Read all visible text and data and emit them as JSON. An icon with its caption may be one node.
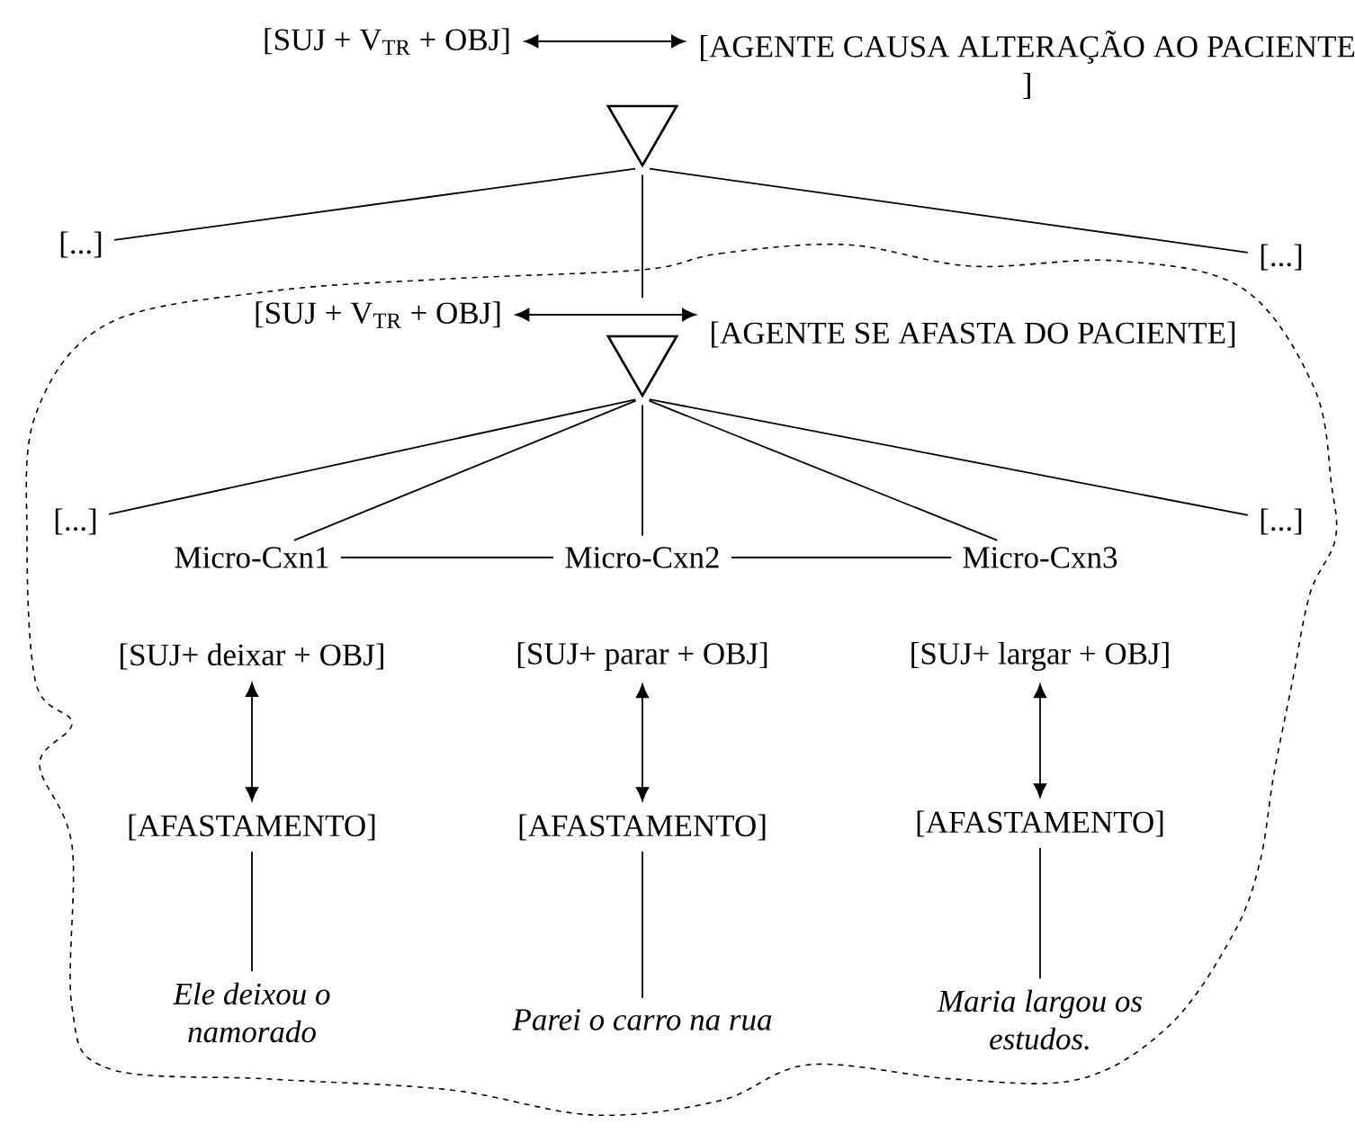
{
  "diagram": {
    "nodes": [
      {
        "text": [
          "[SUJ + V$_{TR}$ + OBJ]"
        ]
      },
      {
        "text": [
          "[AGENTE CAUSA ALTERAÇÃO AO PACIENTE ]"
        ]
      },
      {
        "text": [],
        "shape": "triangle"
      },
      {
        "text": [
          "[...]"
        ]
      },
      {
        "text": [
          "[...]"
        ]
      },
      {
        "text": [],
        "shape": "cloud"
      },
      {
        "text": [
          "[SUJ + V$_{TR}$ + OBJ]"
        ],
        "in": 5
      },
      {
        "text": [
          "[AGENTE SE AFASTA DO PACIENTE]"
        ],
        "in": 5
      },
      {
        "text": [],
        "shape": "triangle",
        "in": 5
      },
      {
        "text": [
          "[...]"
        ],
        "in": 5
      },
      {
        "text": [
          "Micro-Cxn1"
        ],
        "in": 5
      },
      {
        "text": [
          "Micro-Cxn2"
        ],
        "in": 5
      },
      {
        "text": [
          "Micro-Cxn3"
        ],
        "in": 5
      },
      {
        "text": [
          "[...]"
        ],
        "in": 5
      },
      {
        "text": [
          "[SUJ+ deixar + OBJ]"
        ],
        "in": 5
      },
      {
        "text": [
          "[SUJ+ parar + OBJ]"
        ],
        "in": 5
      },
      {
        "text": [
          "[SUJ+ largar + OBJ]"
        ],
        "in": 5
      },
      {
        "text": [
          "[AFASTAMENTO]"
        ],
        "in": 5
      },
      {
        "text": [
          "[AFASTAMENTO]"
        ],
        "in": 5
      },
      {
        "text": [
          "[AFASTAMENTO]"
        ],
        "in": 5
      },
      {
        "text": [
          "Ele deixou o namorado"
        ],
        "in": 5
      },
      {
        "text": [
          "Parei o carro na rua"
        ],
        "in": 5
      },
      {
        "text": [
          "Maria largou os estudos."
        ],
        "in": 5
      }
    ],
    "edges": [
      {
        "from": 0,
        "to": 1,
        "arrow": "both"
      },
      {
        "from": 2,
        "to": 3,
        "arrow": "none"
      },
      {
        "from": 2,
        "to": 5,
        "arrow": "none"
      },
      {
        "from": 2,
        "to": 4,
        "arrow": "none"
      },
      {
        "from": 6,
        "to": 7,
        "arrow": "both"
      },
      {
        "from": 8,
        "to": 9,
        "arrow": "none"
      },
      {
        "from": 8,
        "to": 10,
        "arrow": "none"
      },
      {
        "from": 8,
        "to": 11,
        "arrow": "none"
      },
      {
        "from": 8,
        "to": 12,
        "arrow": "none"
      },
      {
        "from": 8,
        "to": 13,
        "arrow": "none"
      },
      {
        "from": 10,
        "to": 11,
        "arrow": "none"
      },
      {
        "from": 11,
        "to": 12,
        "arrow": "none"
      },
      {
        "from": 14,
        "to": 17,
        "arrow": "both"
      },
      {
        "from": 15,
        "to": 18,
        "arrow": "both"
      },
      {
        "from": 16,
        "to": 19,
        "arrow": "both"
      },
      {
        "from": 17,
        "to": 20,
        "arrow": "none"
      },
      {
        "from": 18,
        "to": 21,
        "arrow": "none"
      },
      {
        "from": 19,
        "to": 22,
        "arrow": "none"
      }
    ]
  }
}
